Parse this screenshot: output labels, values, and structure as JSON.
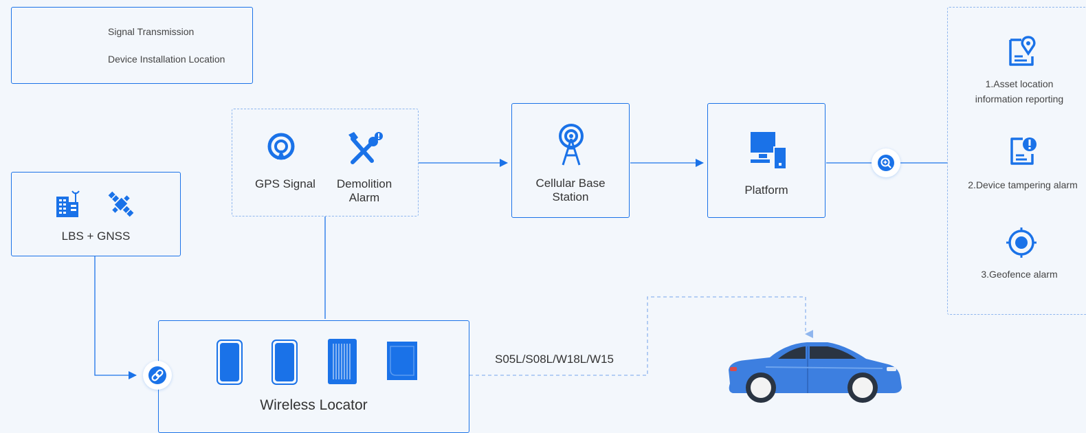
{
  "legend": {
    "signal_label": "Signal Transmission",
    "install_label": "Device Installation Location"
  },
  "nodes": {
    "lbs": "LBS + GNSS",
    "gps": "GPS Signal",
    "demolition_line1": "Demolition",
    "demolition_line2": "Alarm",
    "cellular_line1": "Cellular Base",
    "cellular_line2": "Station",
    "platform": "Platform",
    "locator": "Wireless Locator",
    "models": "S05L/S08L/W18L/W15"
  },
  "features": {
    "f1_line1": "1.Asset location",
    "f1_line2": "information reporting",
    "f2": "2.Device tampering alarm",
    "f3": "3.Geofence alarm"
  },
  "icons": {
    "lbs": "building-antenna-icon",
    "gnss": "satellite-icon",
    "gps": "gps-signal-icon",
    "demolition": "tools-alert-icon",
    "cellular": "cell-tower-icon",
    "platform": "computer-icon",
    "search": "zoom-icon",
    "link": "link-icon",
    "f1": "document-location-icon",
    "f2": "document-alert-icon",
    "f3": "target-icon"
  },
  "colors": {
    "accent": "#1a72e8",
    "dashed": "#8fb6ee",
    "background": "#f3f7fc",
    "car": "#3d7fe0"
  }
}
